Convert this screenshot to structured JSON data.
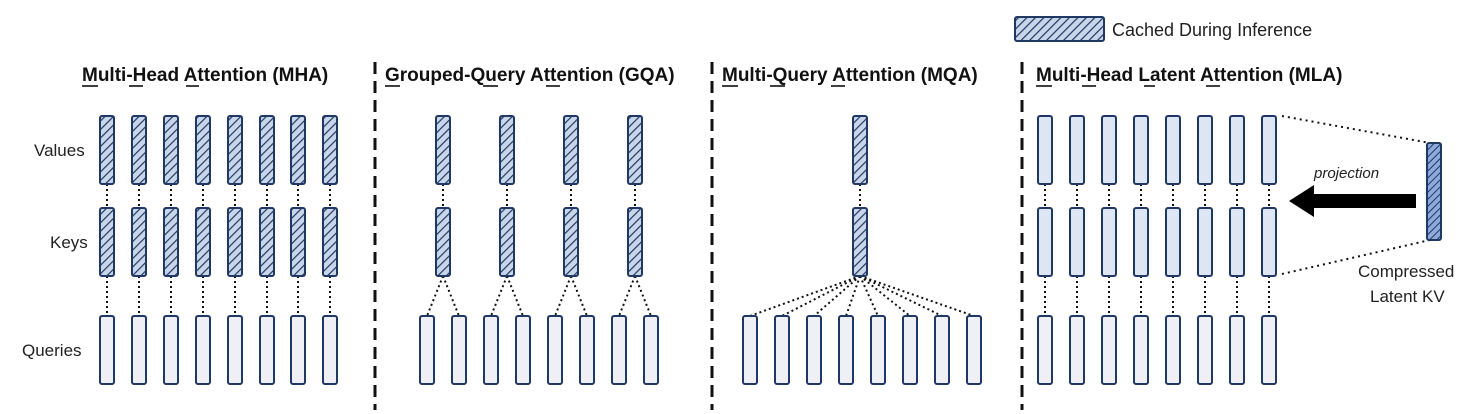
{
  "legend": {
    "label": "Cached During Inference"
  },
  "row_labels": {
    "values": "Values",
    "keys": "Keys",
    "queries": "Queries"
  },
  "sections": [
    {
      "title": "Multi-Head Attention (MHA)",
      "kv_heads": 8,
      "query_heads": 8,
      "kv_cached": true,
      "underlined_initials": [
        "M",
        "H",
        "A"
      ]
    },
    {
      "title": "Grouped-Query Attention (GQA)",
      "kv_heads": 4,
      "query_heads": 8,
      "kv_cached": true,
      "underlined_initials": [
        "G",
        "Q",
        "A"
      ]
    },
    {
      "title": "Multi-Query Attention (MQA)",
      "kv_heads": 1,
      "query_heads": 8,
      "kv_cached": true,
      "underlined_initials": [
        "M",
        "Q",
        "A"
      ]
    },
    {
      "title": "Multi-Head Latent Attention (MLA)",
      "kv_heads": 8,
      "query_heads": 8,
      "kv_cached": false,
      "underlined_initials": [
        "M",
        "H",
        "L",
        "A"
      ]
    }
  ],
  "mla": {
    "projection_label": "projection",
    "latent_label_line1": "Compressed",
    "latent_label_line2": "Latent KV"
  },
  "colors": {
    "outline": "#1f3864",
    "hatched_fill": "#c9d6ea",
    "query_fill": "#eef0f6",
    "mla_kv_fill": "#dde6f3",
    "latent_fill": "#8eaadb",
    "arrow": "#000000"
  }
}
